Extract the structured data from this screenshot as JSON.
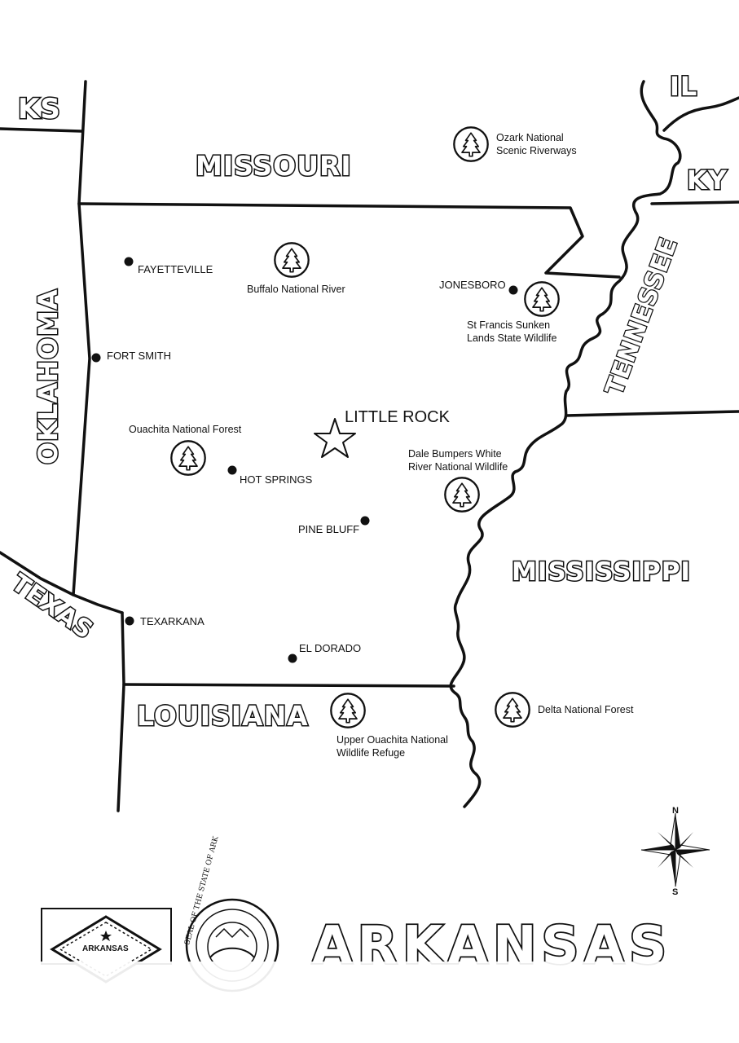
{
  "map": {
    "title": "ARKANSAS",
    "capital": {
      "name": "LITTLE ROCK"
    },
    "neighbors": {
      "kansas": "KS",
      "missouri": "MISSOURI",
      "illinois": "IL",
      "kentucky": "KY",
      "tennessee": "TENNESSEE",
      "oklahoma": "OKLAHOMA",
      "texas": "TEXAS",
      "mississippi": "MISSISSIPPI",
      "louisiana": "LOUISIANA"
    },
    "cities": [
      {
        "name": "FAYETTEVILLE"
      },
      {
        "name": "FORT SMITH"
      },
      {
        "name": "JONESBORO"
      },
      {
        "name": "HOT SPRINGS"
      },
      {
        "name": "PINE BLUFF"
      },
      {
        "name": "TEXARKANA"
      },
      {
        "name": "EL DORADO"
      }
    ],
    "parks": [
      {
        "lines": [
          "Ozark National",
          "Scenic Riverways"
        ]
      },
      {
        "lines": [
          "Buffalo National River"
        ]
      },
      {
        "lines": [
          "St Francis Sunken",
          "Lands State Wildlife"
        ]
      },
      {
        "lines": [
          "Ouachita National Forest"
        ]
      },
      {
        "lines": [
          "Dale Bumpers White",
          "River National Wildlife"
        ]
      },
      {
        "lines": [
          "Delta National Forest"
        ]
      },
      {
        "lines": [
          "Upper Ouachita National",
          "Wildlife Refuge"
        ]
      }
    ],
    "compass": {
      "north": "N",
      "south": "S"
    },
    "flag": {
      "text": "ARKANSAS"
    },
    "seal": {
      "ring_text": "SEAL OF THE STATE OF ARK"
    },
    "icons": {
      "park": "pine-tree-icon",
      "city": "city-dot-icon",
      "capital": "star-icon",
      "compass": "compass-rose-icon"
    },
    "colors": {
      "ink": "#111111",
      "paper": "#ffffff"
    }
  }
}
